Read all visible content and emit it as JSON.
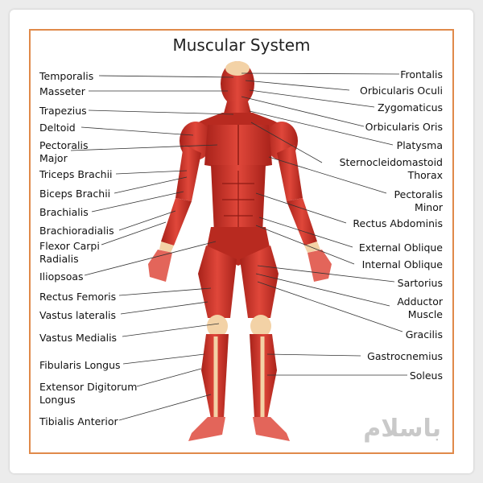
{
  "title": "Muscular System",
  "labels_left": [
    {
      "id": "temporalis",
      "text": "Temporalis"
    },
    {
      "id": "masseter",
      "text": "Masseter"
    },
    {
      "id": "trapezius",
      "text": "Trapezius"
    },
    {
      "id": "deltoid",
      "text": "Deltoid"
    },
    {
      "id": "pectoralis-major",
      "text": "Pectoralis\nMajor"
    },
    {
      "id": "triceps-brachii",
      "text": "Triceps Brachii"
    },
    {
      "id": "biceps-brachii",
      "text": "Biceps Brachii"
    },
    {
      "id": "brachialis",
      "text": "Brachialis"
    },
    {
      "id": "brachioradialis",
      "text": "Brachioradialis"
    },
    {
      "id": "flexor-carpi-radialis",
      "text": "Flexor Carpi\nRadialis"
    },
    {
      "id": "iliopsoas",
      "text": "Iliopsoas"
    },
    {
      "id": "rectus-femoris",
      "text": "Rectus Femoris"
    },
    {
      "id": "vastus-lateralis",
      "text": "Vastus lateralis"
    },
    {
      "id": "vastus-medialis",
      "text": "Vastus Medialis"
    },
    {
      "id": "fibularis-longus",
      "text": "Fibularis Longus"
    },
    {
      "id": "extensor-digitorum-longus",
      "text": "Extensor Digitorum\nLongus"
    },
    {
      "id": "tibialis-anterior",
      "text": "Tibialis Anterior"
    }
  ],
  "labels_right": [
    {
      "id": "frontalis",
      "text": "Frontalis"
    },
    {
      "id": "orbicularis-oculi",
      "text": "Orbicularis Oculi"
    },
    {
      "id": "zygomaticus",
      "text": "Zygomaticus"
    },
    {
      "id": "orbicularis-oris",
      "text": "Orbicularis Oris"
    },
    {
      "id": "platysma",
      "text": "Platysma"
    },
    {
      "id": "sternocleidomastoid-thorax",
      "text": "Sternocleidomastoid\nThorax"
    },
    {
      "id": "pectoralis-minor",
      "text": "Pectoralis\nMinor"
    },
    {
      "id": "rectus-abdominis",
      "text": "Rectus Abdominis"
    },
    {
      "id": "external-oblique",
      "text": "External Oblique"
    },
    {
      "id": "internal-oblique",
      "text": "Internal Oblique"
    },
    {
      "id": "sartorius",
      "text": "Sartorius"
    },
    {
      "id": "adductor-muscle",
      "text": "Adductor\nMuscle"
    },
    {
      "id": "gracilis",
      "text": "Gracilis"
    },
    {
      "id": "gastrocnemius",
      "text": "Gastrocnemius"
    },
    {
      "id": "soleus",
      "text": "Soleus"
    }
  ],
  "watermark": "باسلام",
  "colors": {
    "frame": "#e08a4a",
    "muscle": "#d0362a",
    "muscle_dark": "#9f1f17",
    "tendon": "#f3d2a6",
    "skin": "#f0c8a0"
  }
}
